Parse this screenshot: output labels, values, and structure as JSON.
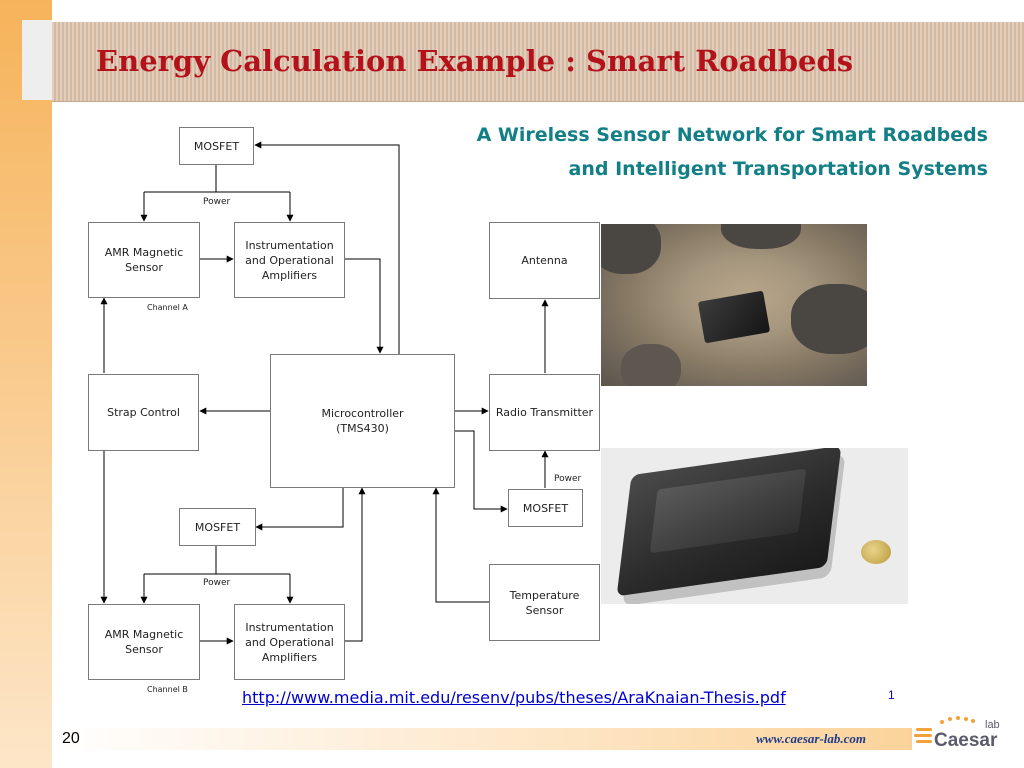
{
  "slide": {
    "title": "Energy Calculation Example : Smart Roadbeds",
    "subtitle_lines": [
      "A Wireless Sensor Network for Smart Roadbeds",
      "and Intelligent Transportation Systems"
    ],
    "link": "http://www.media.mit.edu/resenv/pubs/theses/AraKnaian-Thesis.pdf",
    "link_marker": "1",
    "page_number": "20"
  },
  "diagram": {
    "blocks": {
      "mosfet_top": "MOSFET",
      "amr_a": [
        "AMR Magnetic",
        "Sensor"
      ],
      "amp_a": [
        "Instrumentation",
        "and Operational",
        "Amplifiers"
      ],
      "strap": "Strap Control",
      "micro": [
        "Microcontroller",
        "(TMS430)"
      ],
      "mosfet_mid": "MOSFET",
      "amr_b": [
        "AMR Magnetic",
        "Sensor"
      ],
      "amp_b": [
        "Instrumentation",
        "and Operational",
        "Amplifiers"
      ],
      "antenna": "Antenna",
      "radio": "Radio Transmitter",
      "mosfet_right": "MOSFET",
      "temp": [
        "Temperature",
        "Sensor"
      ]
    },
    "labels": {
      "power_a": "Power",
      "channel_a": "Channel A",
      "power_b": "Power",
      "channel_b": "Channel B",
      "power_right": "Power"
    }
  },
  "footer": {
    "website": "www.caesar-lab.com",
    "logo_name": "Caesar",
    "logo_lab": "lab"
  },
  "colors": {
    "title": "#b4121b",
    "subtitle": "#127f86",
    "link": "#0000cc",
    "footer_url": "#1f3a8a"
  }
}
